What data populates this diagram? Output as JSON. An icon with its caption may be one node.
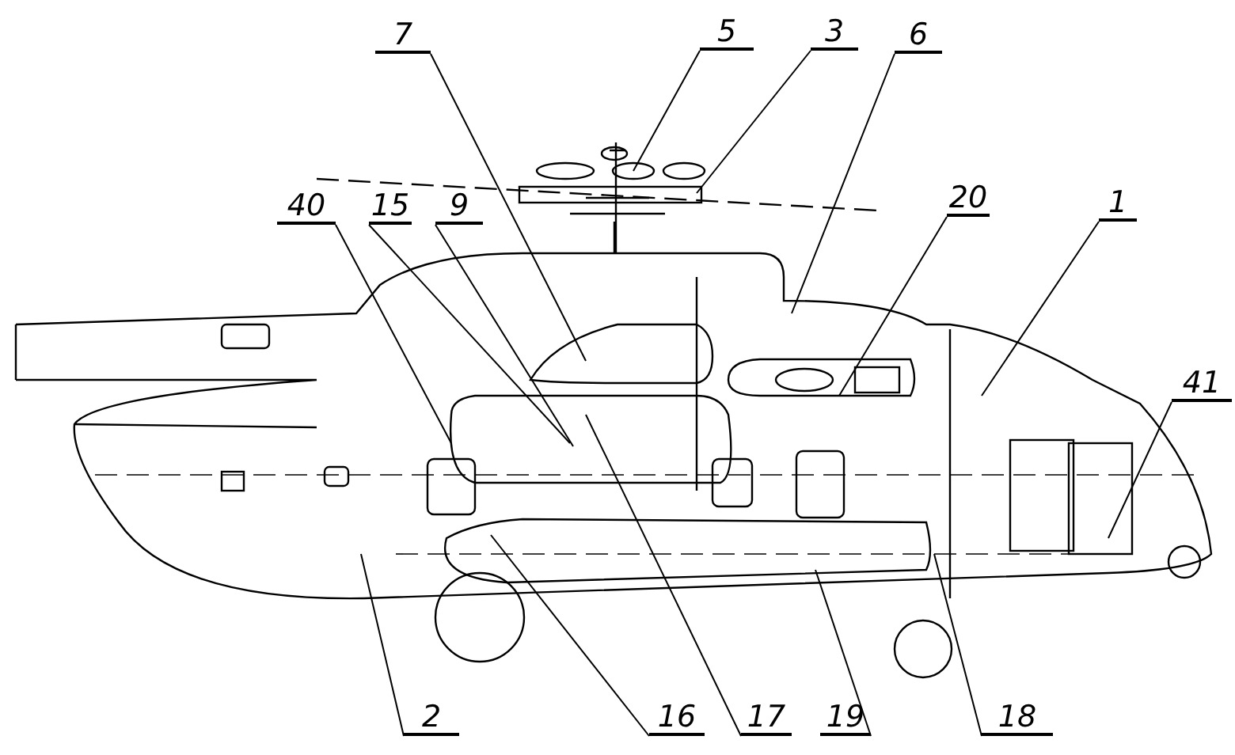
{
  "diagram": {
    "nodes": [
      {
        "text": [
          "7"
        ]
      },
      {
        "text": [
          "5"
        ]
      },
      {
        "text": [
          "3"
        ]
      },
      {
        "text": [
          "6"
        ]
      },
      {
        "text": [
          "40"
        ]
      },
      {
        "text": [
          "15"
        ]
      },
      {
        "text": [
          "9"
        ]
      },
      {
        "text": [
          "20"
        ]
      },
      {
        "text": [
          "1"
        ]
      },
      {
        "text": [
          "41"
        ]
      },
      {
        "text": [
          "2"
        ]
      },
      {
        "text": [
          "16"
        ]
      },
      {
        "text": [
          "17"
        ]
      },
      {
        "text": [
          "19"
        ]
      },
      {
        "text": [
          "18"
        ]
      }
    ],
    "edges": [
      {
        "from": 0,
        "to": null,
        "arrow": "none"
      },
      {
        "from": 1,
        "to": null,
        "arrow": "none"
      },
      {
        "from": 2,
        "to": null,
        "arrow": "none"
      },
      {
        "from": 3,
        "to": null,
        "arrow": "none"
      },
      {
        "from": 4,
        "to": null,
        "arrow": "none"
      },
      {
        "from": 5,
        "to": null,
        "arrow": "none"
      },
      {
        "from": 6,
        "to": null,
        "arrow": "none"
      },
      {
        "from": 7,
        "to": null,
        "arrow": "none"
      },
      {
        "from": 8,
        "to": null,
        "arrow": "none"
      },
      {
        "from": 9,
        "to": null,
        "arrow": "none"
      },
      {
        "from": 10,
        "to": null,
        "arrow": "none"
      },
      {
        "from": 11,
        "to": null,
        "arrow": "none"
      },
      {
        "from": 12,
        "to": null,
        "arrow": "none"
      },
      {
        "from": 13,
        "to": null,
        "arrow": "none"
      },
      {
        "from": 14,
        "to": null,
        "arrow": "none"
      }
    ]
  }
}
